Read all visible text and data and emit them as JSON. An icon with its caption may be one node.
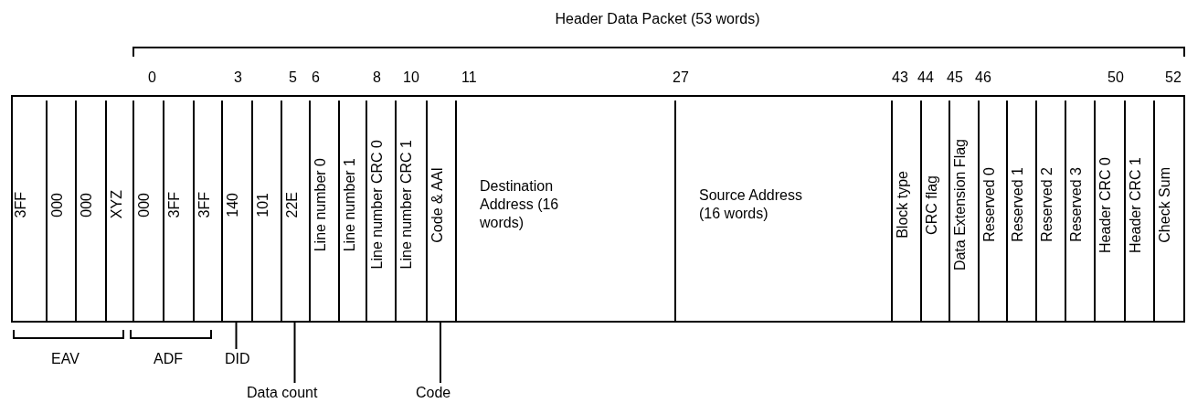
{
  "diagram": {
    "title": "Header Data Packet (53 words)",
    "nodes": [
      {
        "text": [
          "3FF"
        ]
      },
      {
        "text": [
          "000"
        ]
      },
      {
        "text": [
          "000"
        ]
      },
      {
        "text": [
          "XYZ"
        ]
      },
      {
        "text": [
          "000"
        ]
      },
      {
        "text": [
          "3FF"
        ]
      },
      {
        "text": [
          "3FF"
        ]
      },
      {
        "text": [
          "140"
        ]
      },
      {
        "text": [
          "101"
        ]
      },
      {
        "text": [
          "22E"
        ]
      },
      {
        "text": [
          "Line number 0"
        ]
      },
      {
        "text": [
          "Line number 1"
        ]
      },
      {
        "text": [
          "Line number CRC 0"
        ]
      },
      {
        "text": [
          "Line number CRC 1"
        ]
      },
      {
        "text": [
          "Code & AAI"
        ]
      },
      {
        "text": [
          "Destination Address (16 words)"
        ]
      },
      {
        "text": [
          "Source Address (16 words)"
        ]
      },
      {
        "text": [
          "Block type"
        ]
      },
      {
        "text": [
          "CRC flag"
        ]
      },
      {
        "text": [
          "Data Extension Flag"
        ]
      },
      {
        "text": [
          "Reserved 0"
        ]
      },
      {
        "text": [
          "Reserved 1"
        ]
      },
      {
        "text": [
          "Reserved 2"
        ]
      },
      {
        "text": [
          "Reserved 3"
        ]
      },
      {
        "text": [
          "Header CRC 0"
        ]
      },
      {
        "text": [
          "Header CRC 1"
        ]
      },
      {
        "text": [
          "Check Sum"
        ]
      },
      {
        "text": [
          "DID"
        ]
      },
      {
        "text": [
          "Data count"
        ]
      },
      {
        "text": [
          "Code"
        ]
      }
    ],
    "edges": [
      {
        "from": 27,
        "to": 7,
        "arrow": "none"
      },
      {
        "from": 28,
        "to": 9,
        "arrow": "none"
      },
      {
        "from": 29,
        "to": 14,
        "arrow": "none"
      }
    ],
    "labels": [
      "0",
      "3",
      "5",
      "6",
      "8",
      "10",
      "11",
      "27",
      "43",
      "44",
      "45",
      "46",
      "50",
      "52",
      "EAV",
      "ADF"
    ]
  }
}
